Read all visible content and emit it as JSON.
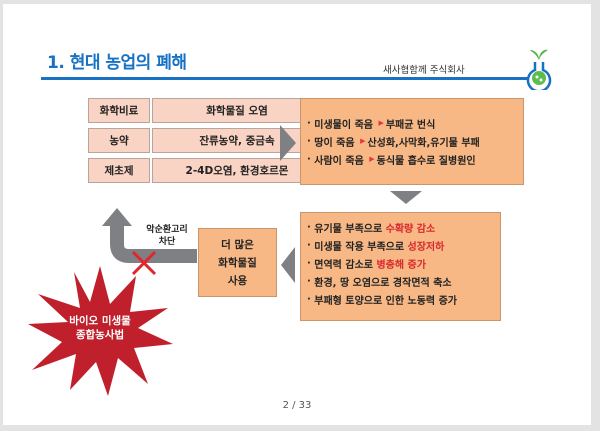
{
  "slide": {
    "title": "1. 현대 농업의 폐해",
    "company": "새사협함께 주식회사",
    "page": "2 / 33"
  },
  "table": [
    {
      "cause": "화학비료",
      "effect": "화학물질 오염"
    },
    {
      "cause": "농약",
      "effect": "잔류농약, 중금속"
    },
    {
      "cause": "제초제",
      "effect": "2-4D오염, 환경호르몬"
    }
  ],
  "box1": [
    {
      "pre": "미생물이 죽음",
      "post": "부패균 번식"
    },
    {
      "pre": "땅이 죽음",
      "post": "산성화,사막화,유기물 부패"
    },
    {
      "pre": "사람이 죽음",
      "post": "동식물 흡수로 질병원인"
    }
  ],
  "box2": [
    {
      "text": "유기물 부족으로 ",
      "red": "수확량 감소"
    },
    {
      "text": "미생물 작용 부족으로 ",
      "red": "성장저하"
    },
    {
      "text": "면역력 감소로 ",
      "red": "병충해 증가"
    },
    {
      "text": "환경, 땅 오염으로 경작면적 축소",
      "red": ""
    },
    {
      "text": "부패형 토양으로 인한 노동력 증가",
      "red": ""
    }
  ],
  "more_chem": [
    "더 많은",
    "화학물질",
    "사용"
  ],
  "cycle_label": [
    "악순환고리",
    "차단"
  ],
  "solution": [
    "바이오 미생물",
    "종합농사법"
  ],
  "colors": {
    "blue": "#1872c4",
    "orange": "#f8b885",
    "pink": "#f9d3c3",
    "red": "#c0202c"
  }
}
